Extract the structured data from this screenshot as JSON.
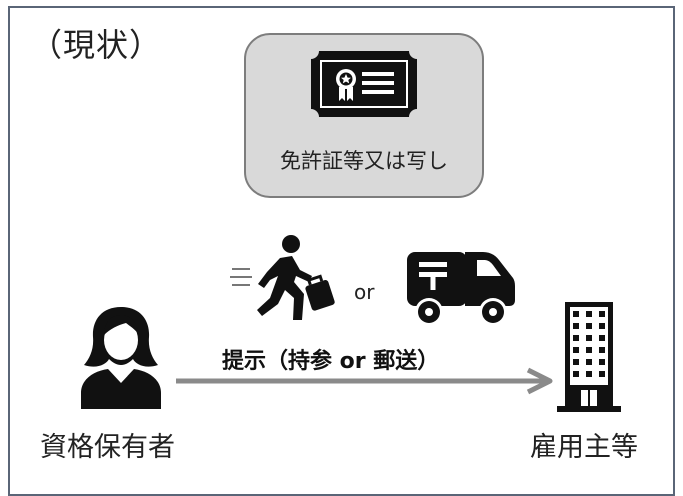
{
  "title": "（現状）",
  "document": {
    "label": "免許証等又は写し",
    "icon": "certificate-icon"
  },
  "delivery": {
    "or_label": "or",
    "method_label": "提示（持参 or 郵送）",
    "walk_icon": "running-person-with-bag-icon",
    "truck_icon": "postal-truck-icon"
  },
  "holder": {
    "label": "資格保有者",
    "icon": "person-icon"
  },
  "employer": {
    "label": "雇用主等",
    "icon": "office-building-icon"
  },
  "colors": {
    "frame": "#5a6577",
    "card_fill": "#d9d9d9",
    "card_border": "#7d7d7d",
    "arrow": "#8a8a8a",
    "icon": "#111111"
  }
}
